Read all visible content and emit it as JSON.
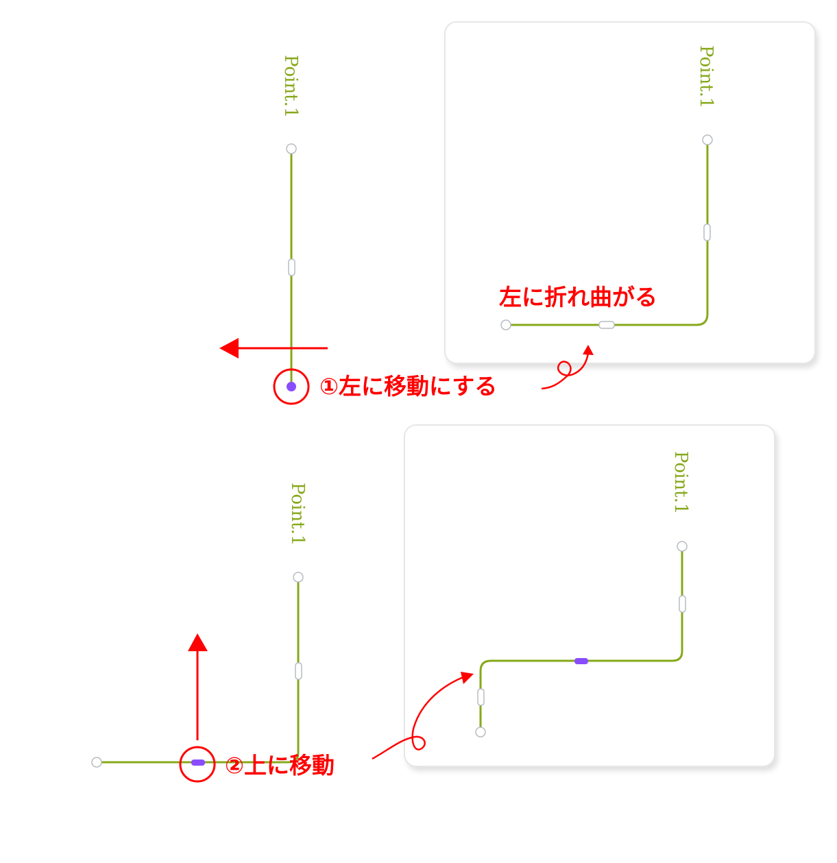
{
  "colors": {
    "line": "#86a81a",
    "annotation": "#ff0000",
    "selected_handle": "#8a4cff",
    "node_stroke": "#b7bcc2"
  },
  "labels": {
    "point1": "Point.1"
  },
  "step1": {
    "instruction": "①左に移動にする",
    "result_caption": "左に折れ曲がる"
  },
  "step2": {
    "instruction": "②上に移動"
  }
}
